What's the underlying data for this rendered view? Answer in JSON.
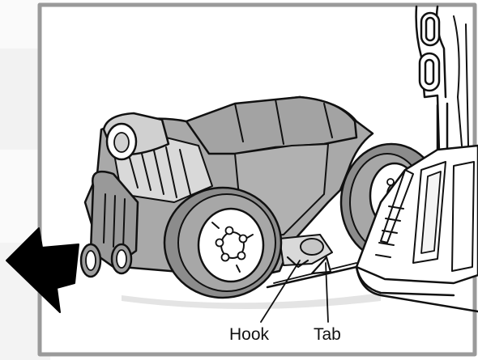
{
  "figure": {
    "description_style": "line-art instruction illustration",
    "labels": {
      "hook": "Hook",
      "tab": "Tab"
    },
    "icons": {
      "arrow": "push-arrow-icon"
    },
    "colors": {
      "frame": "#9a9a9a",
      "body_gray": "#a9a9a9",
      "tire_gray": "#8c8c8c",
      "light_gray": "#d9d9d9",
      "outline": "#111111",
      "page_band": "#f1f1f1",
      "arrow": "#000000"
    }
  }
}
